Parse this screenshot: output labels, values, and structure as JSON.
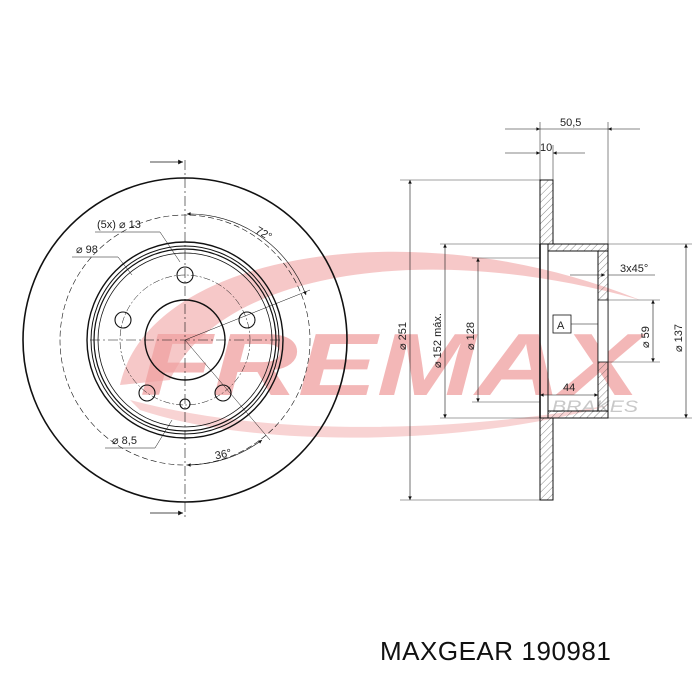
{
  "watermark": {
    "brand": "FREMAX",
    "sub": "BRAKES",
    "color": "#f0a0a0"
  },
  "front_view": {
    "labels": {
      "bolt_holes": "(5x) ⌀ 13",
      "bolt_circle": "⌀ 98",
      "small_hole": "⌀ 8,5",
      "angle_72": "72°",
      "angle_36": "36°"
    }
  },
  "side_view": {
    "labels": {
      "total_height": "50,5",
      "disc_thickness": "10",
      "chamfer": "3x45°",
      "datum": "A",
      "hat_depth": "44",
      "outer_diameter": "⌀ 251",
      "friction_inner": "⌀ 152 máx.",
      "hat_outer": "⌀ 128",
      "center_bore": "⌀ 59",
      "hat_inner": "⌀ 137"
    }
  },
  "caption": {
    "brand": "MAXGEAR",
    "part_number": "190981"
  },
  "colors": {
    "line": "#111111",
    "watermark": "#f0a0a0",
    "watermark_text": "#cccccc"
  }
}
